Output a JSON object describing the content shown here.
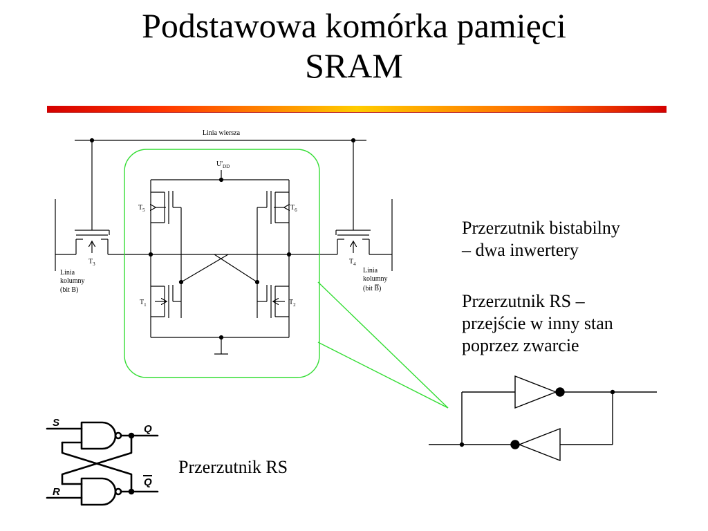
{
  "title": {
    "line1": "Podstawowa komórka pamięci",
    "line2": "SRAM"
  },
  "text": {
    "bistable_line1": "Przerzutnik bistabilny",
    "bistable_line2": "– dwa inwertery",
    "rs_line1": "Przerzutnik RS –",
    "rs_line2": "przejście w inny stan",
    "rs_line3": "poprzez zwarcie",
    "rs_caption": "Przerzutnik RS"
  },
  "circuit": {
    "row_line": "Linia wiersza",
    "supply": "U'",
    "supply_sub": "DD",
    "t1": "T",
    "t1_sub": "1",
    "t2": "T",
    "t2_sub": "2",
    "t3": "T",
    "t3_sub": "3",
    "t4": "T",
    "t4_sub": "4",
    "t5": "T",
    "t5_sub": "5",
    "t6": "T",
    "t6_sub": "6",
    "col_left_1": "Linia",
    "col_left_2": "kolumny",
    "col_left_3": "(bit B)",
    "col_right_1": "Linia",
    "col_right_2": "kolumny",
    "col_right_3": "(bit B)"
  },
  "rs": {
    "s": "S",
    "r": "R",
    "q": "Q",
    "qbar": "Q"
  },
  "colors": {
    "highlight": "#33dd33",
    "rule_start": "#d40000",
    "rule_mid": "#ffcc00"
  }
}
